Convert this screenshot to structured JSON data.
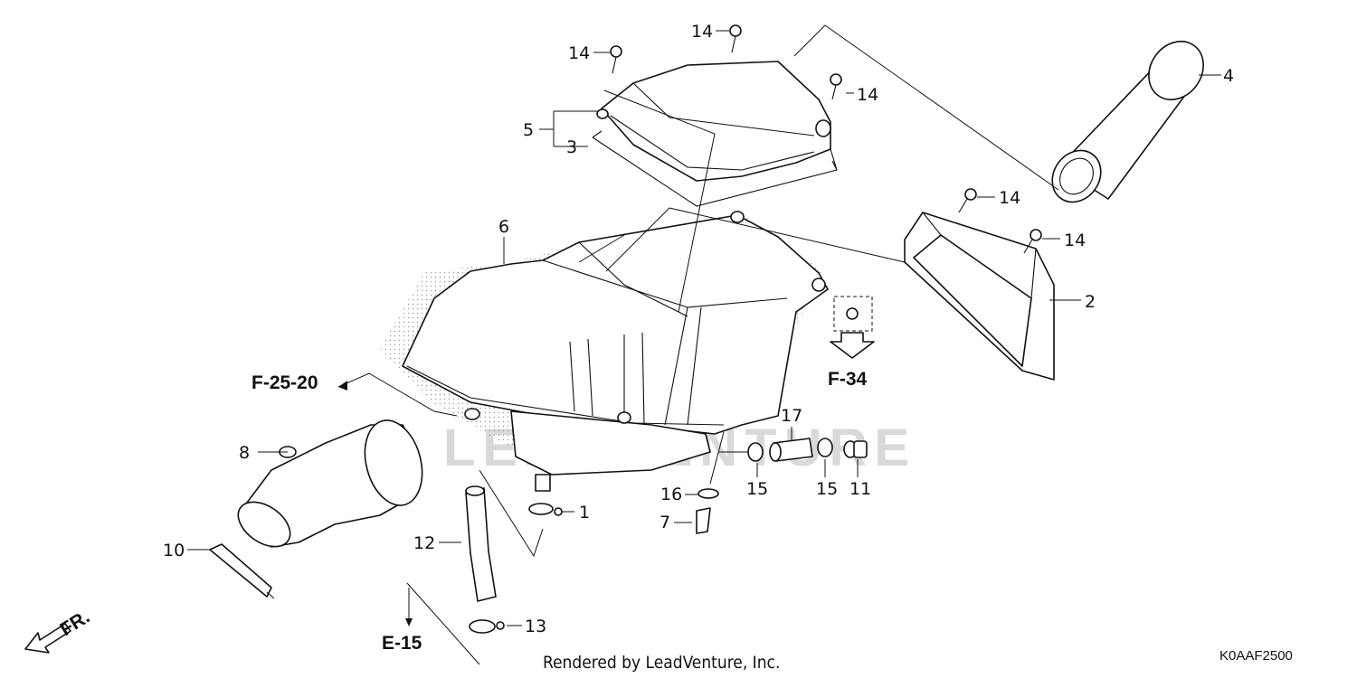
{
  "callouts": {
    "c1": "1",
    "c2": "2",
    "c3": "3",
    "c4": "4",
    "c5": "5",
    "c6": "6",
    "c7": "7",
    "c8": "8",
    "c10": "10",
    "c11": "11",
    "c12": "12",
    "c13": "13",
    "c14a": "14",
    "c14b": "14",
    "c14c": "14",
    "c14d": "14",
    "c14e": "14",
    "c15a": "15",
    "c15b": "15",
    "c16": "16",
    "c17": "17"
  },
  "references": {
    "f2520": "F-25-20",
    "f34": "F-34",
    "e15": "E-15",
    "front": "FR."
  },
  "watermark": "LEADVENTURE",
  "footer": {
    "rendered_by": "Rendered by LeadVenture, Inc.",
    "diagram_code": "K0AAF2500"
  },
  "colors": {
    "line": "#111111",
    "background": "#ffffff",
    "watermark": "#d9d9d9"
  }
}
